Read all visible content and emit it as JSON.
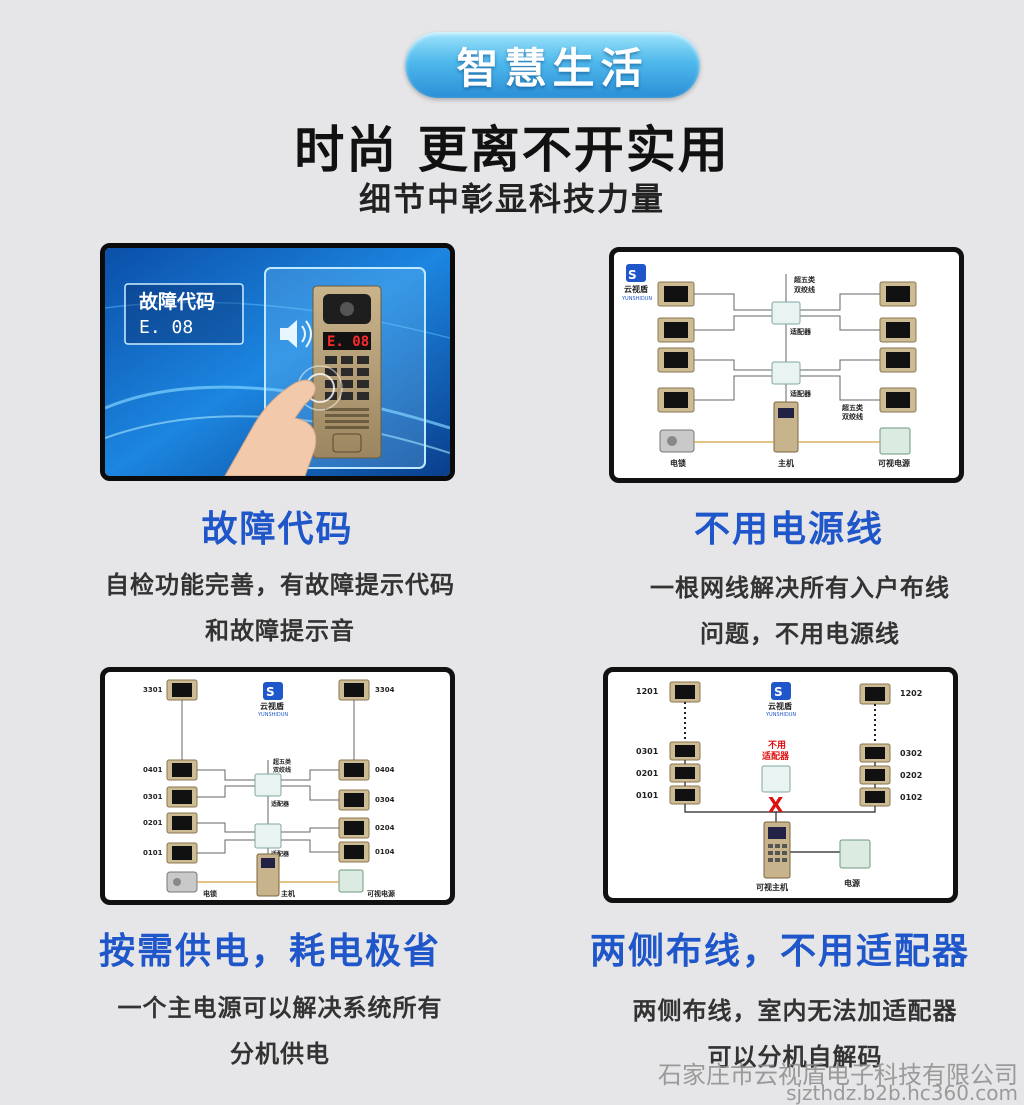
{
  "header": {
    "badge": "智慧生活",
    "title": "时尚 更离不开实用",
    "subtitle": "细节中彰显科技力量"
  },
  "brand": {
    "name_cn": "云视盾",
    "name_en": "YUNSHIDUN"
  },
  "colors": {
    "accent_blue": "#1f56c9",
    "badge_blue": "#4fb9ec",
    "warning_red": "#e01010"
  },
  "card1": {
    "code_label": "故障代码",
    "code_value": "E. 08",
    "display_value": "E. 08"
  },
  "card2": {
    "cable_label": "超五类",
    "cable_sub": "双绞线",
    "adapter_label": "适配器",
    "adapter_label_2": "适配器",
    "cable_label_b": "超五类",
    "cable_sub_b": "双绞线",
    "lock_label": "电锁",
    "host_label": "主机",
    "power_label": "可视电源"
  },
  "card3": {
    "units_left": [
      "3301",
      "0401",
      "0301",
      "0201",
      "0101"
    ],
    "units_right": [
      "3304",
      "0404",
      "0304",
      "0204",
      "0104"
    ],
    "cable_label": "超五类",
    "cable_sub": "双绞线",
    "adapter_label": "适配器",
    "adapter_label_2": "适配器",
    "lock_label": "电锁",
    "host_label": "主机",
    "power_label": "可视电源"
  },
  "card4": {
    "units_left": [
      "1201",
      "0301",
      "0201",
      "0101"
    ],
    "units_right": [
      "1202",
      "0302",
      "0202",
      "0102"
    ],
    "no_adapter_line1": "不用",
    "no_adapter_line2": "适配器",
    "cross_mark": "X",
    "host_label": "可视主机",
    "power_label": "电源"
  },
  "features": [
    {
      "title": "故障代码",
      "desc_line1": "自检功能完善，有故障提示代码",
      "desc_line2": "和故障提示音"
    },
    {
      "title": "不用电源线",
      "desc_line1": "一根网线解决所有入户布线",
      "desc_line2": "问题，不用电源线"
    },
    {
      "title": "按需供电，耗电极省",
      "desc_line1": "一个主电源可以解决系统所有",
      "desc_line2": "分机供电"
    },
    {
      "title": "两侧布线，不用适配器",
      "desc_line1": "两侧布线，室内无法加适配器",
      "desc_line2": "可以分机自解码"
    }
  ],
  "watermark": {
    "company": "石家庄市云视盾电子科技有限公司",
    "url": "sjzthdz.b2b.hc360.com"
  }
}
